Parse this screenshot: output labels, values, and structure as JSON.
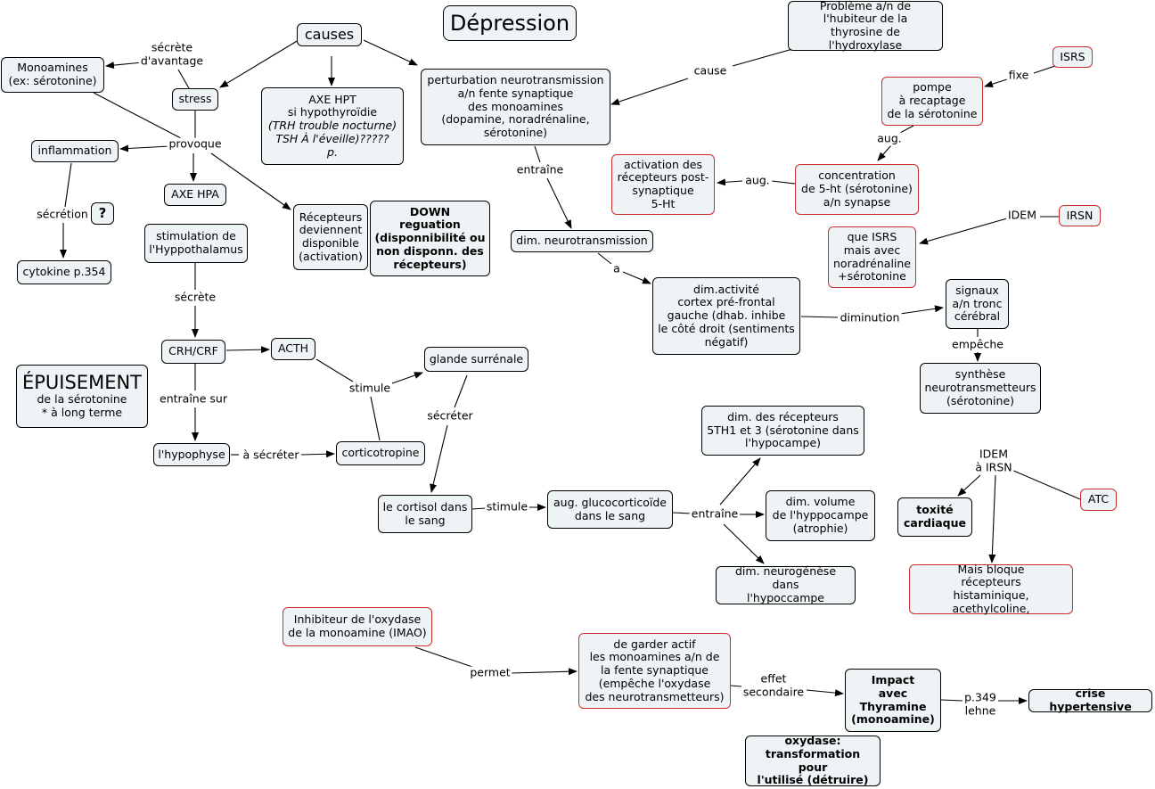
{
  "title": "Dépression",
  "nodes": {
    "causes": "causes",
    "monoamines": "Monoamines\n(ex: sérotonine)",
    "stress": "stress",
    "axe_hpt_title": "AXE HPT\nsi hypothyroïdie",
    "axe_hpt_italic": "(TRH trouble nocturne)\nTSH À l'éveille)?????\np.",
    "perturbation": "perturbation neurotransmission\na/n fente synaptique\ndes monoamines\n(dopamine, noradrénaline,\nsérotonine)",
    "probleme": "Problème a/n de\nl'hubiteur de la\nthyrosine de l'hydroxylase",
    "isrs": "ISRS",
    "pompe": "pompe\nà recaptage\nde la sérotonine",
    "inflammation": "inflammation",
    "question": "?",
    "cytokine": "cytokine p.354",
    "axe_hpa": "AXE HPA",
    "recepteurs_dispo": "Récepteurs\ndeviennent\ndisponible\n(activation)",
    "down_regulation": "DOWN\nreguation\n(disponnibilité ou\nnon disponn. des\nrécepteurs)",
    "activation_recepteurs": "activation des\nrécepteurs post-\nsynaptique\n5-Ht",
    "concentration": "concentration\nde 5-ht (sérotonine)\na/n synapse",
    "irsn": "IRSN",
    "que_isrs": "que ISRS\nmais avec\nnoradrénaline\n+sérotonine",
    "dim_neurotransmission": "dim. neurotransmission",
    "stimulation_hypothalamus": "stimulation de\nl'Hyppothalamus",
    "dim_activite": "dim.activité\ncortex pré-frontal\ngauche (dhab. inhibe\nle côté droit (sentiments\nnégatif)",
    "signaux": "signaux\na/n tronc\ncérébral",
    "crh": "CRH/CRF",
    "acth": "ACTH",
    "glande": "glande surrénale",
    "epuisement_title": "ÉPUISEMENT",
    "epuisement_sub": "de la sérotonine\n* à long terme",
    "synthese": "synthèse\nneurotransmetteurs\n(sérotonine)",
    "dim_recepteurs": "dim. des récepteurs\n5TH1 et 3 (sérotonine dans\nl'hypocampe)",
    "hypophyse": "l'hypophyse",
    "corticotropine": "corticotropine",
    "toxicite": "toxité\ncardiaque",
    "atc": "ATC",
    "cortisol": "le cortisol dans\nle sang",
    "glucocorticoide": "aug. glucocorticoïde\ndans le sang",
    "dim_volume": "dim. volume\nde l'hyppocampe\n(atrophie)",
    "mais_bloque": "Mais bloque\nrécepteurs\nhistaminique, acethylcoline,",
    "dim_neurogenese": "dim. neurogénèse dans\nl'hypoccampe",
    "imao": "Inhibiteur de l'oxydase\nde la monoamine (IMAO)",
    "garder_actif": "de garder actif\nles monoamines a/n de\nla fente synaptique\n(empêche l'oxydase\ndes neurotransmetteurs)",
    "impact": "Impact\navec\nThyramine\n(monoamine)",
    "crise": "crise hypertensive",
    "oxydase": "oxydase:\ntransformation pour\nl'utilisé (détruire)"
  },
  "links": {
    "secrete_davantage": "sécrète\nd'avantage",
    "provoque": "provoque",
    "secretion": "sécrétion",
    "cause": "cause",
    "fixe": "fixe",
    "aug1": "aug.",
    "aug2": "aug.",
    "entraine1": "entraîne",
    "idem1": "IDEM",
    "a": "a",
    "diminution": "diminution",
    "empeche": "empêche",
    "secrete": "sécrète",
    "stimule1": "stimule",
    "secreter": "sécréter",
    "entraine_sur": "entraîne sur",
    "a_secreter": "à sécréter",
    "idem_irsn": "IDEM\nà IRSN",
    "stimule2": "stimule",
    "entraine2": "entraîne",
    "permet": "permet",
    "effet_secondaire": "effet\nsecondaire",
    "p349": "p.349\nlehne"
  },
  "colors": {
    "node_fill": "#eef3f6",
    "border": "#000000",
    "red_border": "#c8302a"
  }
}
